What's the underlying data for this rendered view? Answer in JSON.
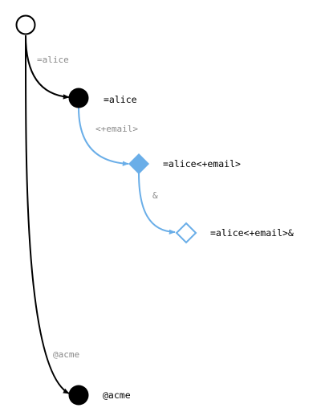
{
  "colors": {
    "primary": "#000000",
    "accent": "#6aaee8",
    "muted_text": "#8a8a8a",
    "background": "#ffffff"
  },
  "nodes": {
    "root": {
      "shape": "open-circle",
      "label": ""
    },
    "alice": {
      "shape": "filled-circle",
      "label": "=alice"
    },
    "alice_email": {
      "shape": "filled-diamond",
      "label": "=alice<+email>"
    },
    "alice_email_and": {
      "shape": "open-diamond",
      "label": "=alice<+email>&"
    },
    "acme": {
      "shape": "filled-circle",
      "label": "@acme"
    }
  },
  "edges": {
    "root_to_alice": {
      "label": "=alice"
    },
    "alice_to_email": {
      "label": "<+email>"
    },
    "email_to_and": {
      "label": "&"
    },
    "root_to_acme": {
      "label": "@acme"
    }
  }
}
